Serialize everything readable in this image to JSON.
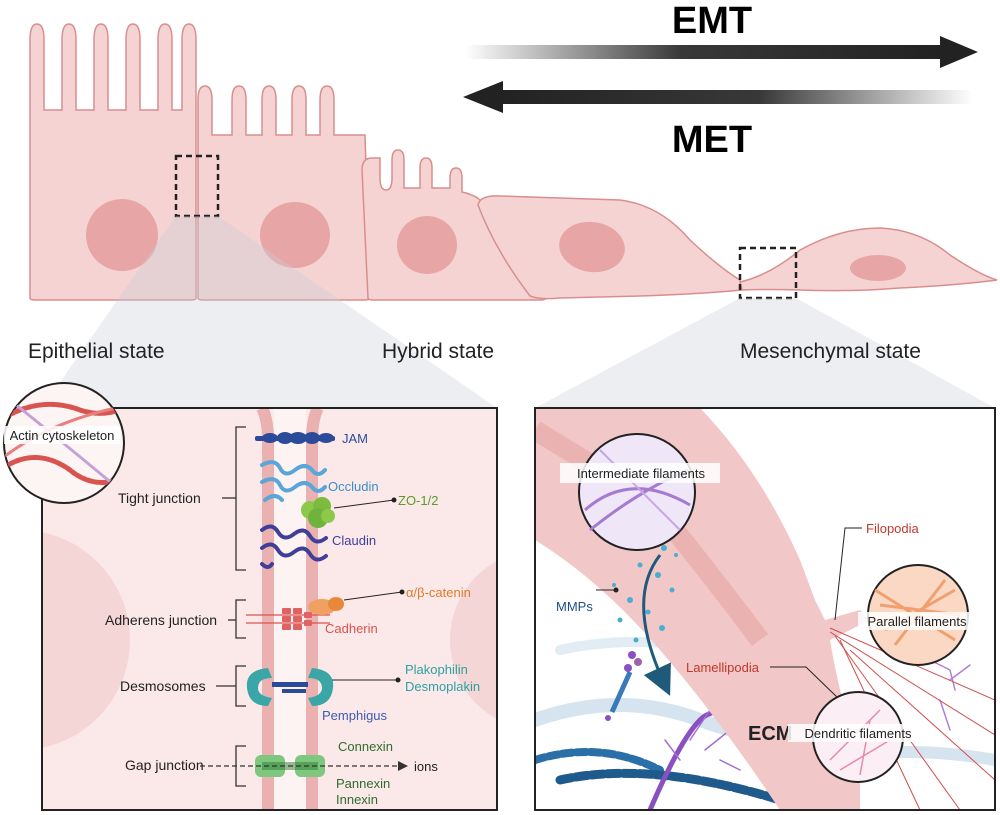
{
  "arrows": {
    "emt": "EMT",
    "met": "MET"
  },
  "states": {
    "epithelial": "Epithelial state",
    "hybrid": "Hybrid state",
    "mesenchymal": "Mesenchymal state"
  },
  "left_panel": {
    "inset": "Actin cytoskeleton",
    "junctions": {
      "tight": "Tight junction",
      "adherens": "Adherens junction",
      "desmosomes": "Desmosomes",
      "gap": "Gap junction"
    },
    "proteins": {
      "jam": "JAM",
      "occludin": "Occludin",
      "zo": "ZO-1/2",
      "claudin": "Claudin",
      "catenin": "α/β-catenin",
      "cadherin": "Cadherin",
      "plakophilin": "Plakophilin",
      "desmoplakin": "Desmoplakin",
      "pemphigus": "Pemphigus",
      "connexin": "Connexin",
      "ions": "ions",
      "pannexin": "Pannexin",
      "innexin": "Innexin"
    }
  },
  "right_panel": {
    "intermediate": "Intermediate filaments",
    "filopodia": "Filopodia",
    "parallel": "Parallel filaments",
    "mmps": "MMPs",
    "lamellipodia": "Lamellipodia",
    "ecm": "ECM",
    "dendritic": "Dendritic filaments"
  },
  "colors": {
    "cell_fill": "#f5d3d3",
    "cell_stroke": "#d98e8e",
    "nucleus": "#e8a5a5",
    "jam": "#2c4a9a",
    "occludin": "#5aa6d8",
    "zo": "#6fb33e",
    "claudin": "#3f3f9a",
    "catenin": "#e8893a",
    "cadherin": "#d9534f",
    "desmosome": "#3aa6a6",
    "pemphigus": "#3f5ab3",
    "gap": "#2e7d32",
    "mmp": "#1f4e8c",
    "filopodia": "#d14b4b"
  }
}
